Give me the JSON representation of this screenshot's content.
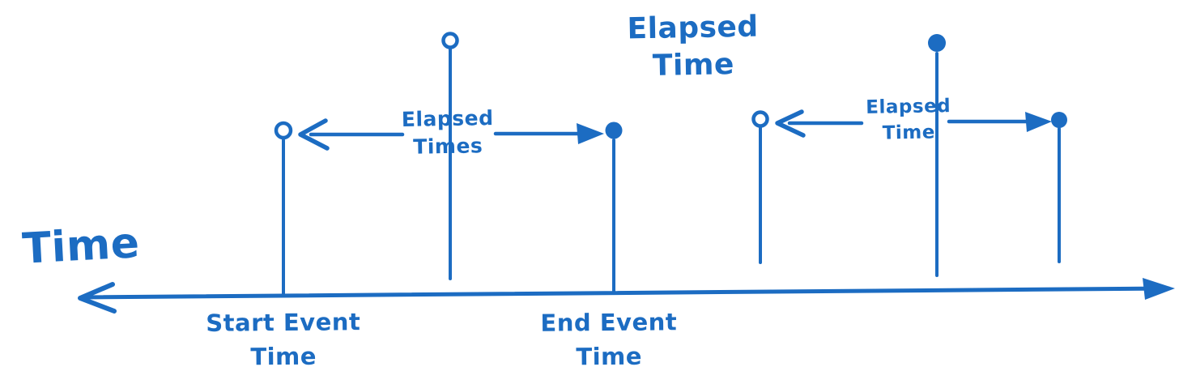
{
  "colors": {
    "ink": "#1c6cc2",
    "background": "#ffffff"
  },
  "heading": {
    "line1": "Elapsed",
    "line2": "Time"
  },
  "axis": {
    "label": "Time"
  },
  "interval_left": {
    "label_line1": "Elapsed",
    "label_line2": "Times"
  },
  "interval_right": {
    "label_line1": "Elapsed",
    "label_line2": "Time"
  },
  "start_event": {
    "line1": "Start Event",
    "line2": "Time"
  },
  "end_event": {
    "line1": "End Event",
    "line2": "Time"
  }
}
